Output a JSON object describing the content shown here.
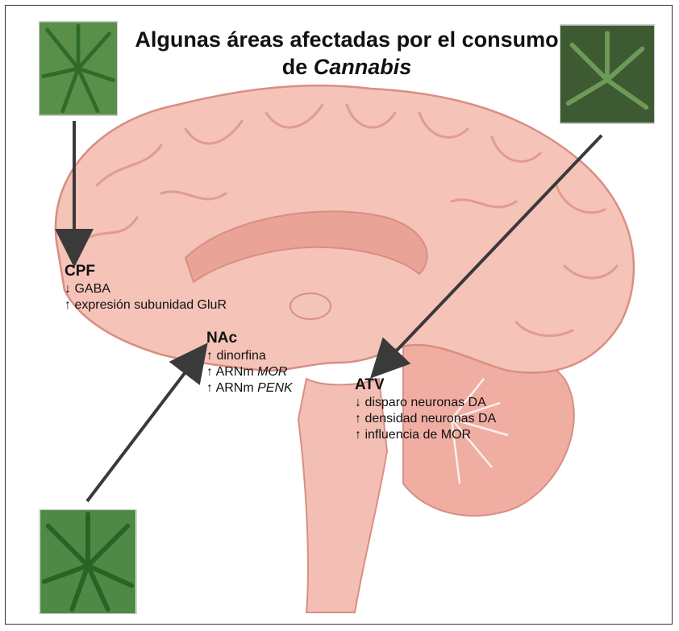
{
  "title": {
    "line1": "Algunas áreas afectadas por el consumo",
    "line2_pre": "de ",
    "line2_em": "Cannabis"
  },
  "regions": {
    "cpf": {
      "heading": "CPF",
      "lines": [
        "↓ GABA",
        "↑ expresión subunidad GluR"
      ]
    },
    "nac": {
      "heading": "NAc",
      "l1": "↑ dinorfina",
      "l2_pre": "↑ ARNm ",
      "l2_em": "MOR",
      "l3_pre": "↑ ARNm ",
      "l3_em": "PENK"
    },
    "atv": {
      "heading": "ATV",
      "lines": [
        "↓ disparo neuronas DA",
        "↑ densidad neuronas DA",
        "↑ influencia de MOR"
      ]
    }
  },
  "photos": [
    "cannabis-photo",
    "cannabis-photo",
    "cannabis-photo"
  ],
  "colors": {
    "brain": "#f2b8ad",
    "cortex_line": "#d98e83",
    "arrow": "#3a3a3a"
  }
}
